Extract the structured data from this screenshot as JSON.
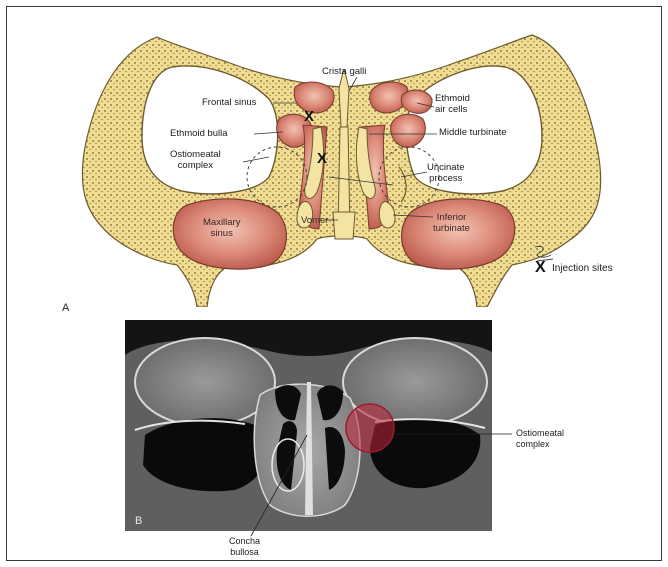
{
  "panel_a": {
    "letter": "A",
    "labels": {
      "crista_galli": "Crista galli",
      "frontal_sinus": "Frontal sinus",
      "ethmoid_air_cells": "Ethmoid\nair cells",
      "ethmoid_bulla": "Ethmoid bulla",
      "middle_turbinate": "Middle turbinate",
      "ostiomeatal_complex": "Ostiomeatal\ncomplex",
      "uncinate_process": "Uncinate\nprocess",
      "maxillary_sinus": "Maxillary\nsinus",
      "vomer": "Vomer",
      "inferior_turbinate": "Inferior\nturbinate"
    },
    "legend": {
      "mark": "X",
      "label": "Injection sites"
    }
  },
  "panel_b": {
    "letter": "B",
    "labels": {
      "ostiomeatal_complex": "Ostiomeatal\ncomplex",
      "concha_bullosa": "Concha\nbullosa"
    }
  },
  "colors": {
    "bone": "#f0dd92",
    "bone_outline": "#6e5a2c",
    "mucosa": "#d5786a",
    "sinus_cavity": "#e8a99b",
    "highlight": "#c0243a"
  }
}
